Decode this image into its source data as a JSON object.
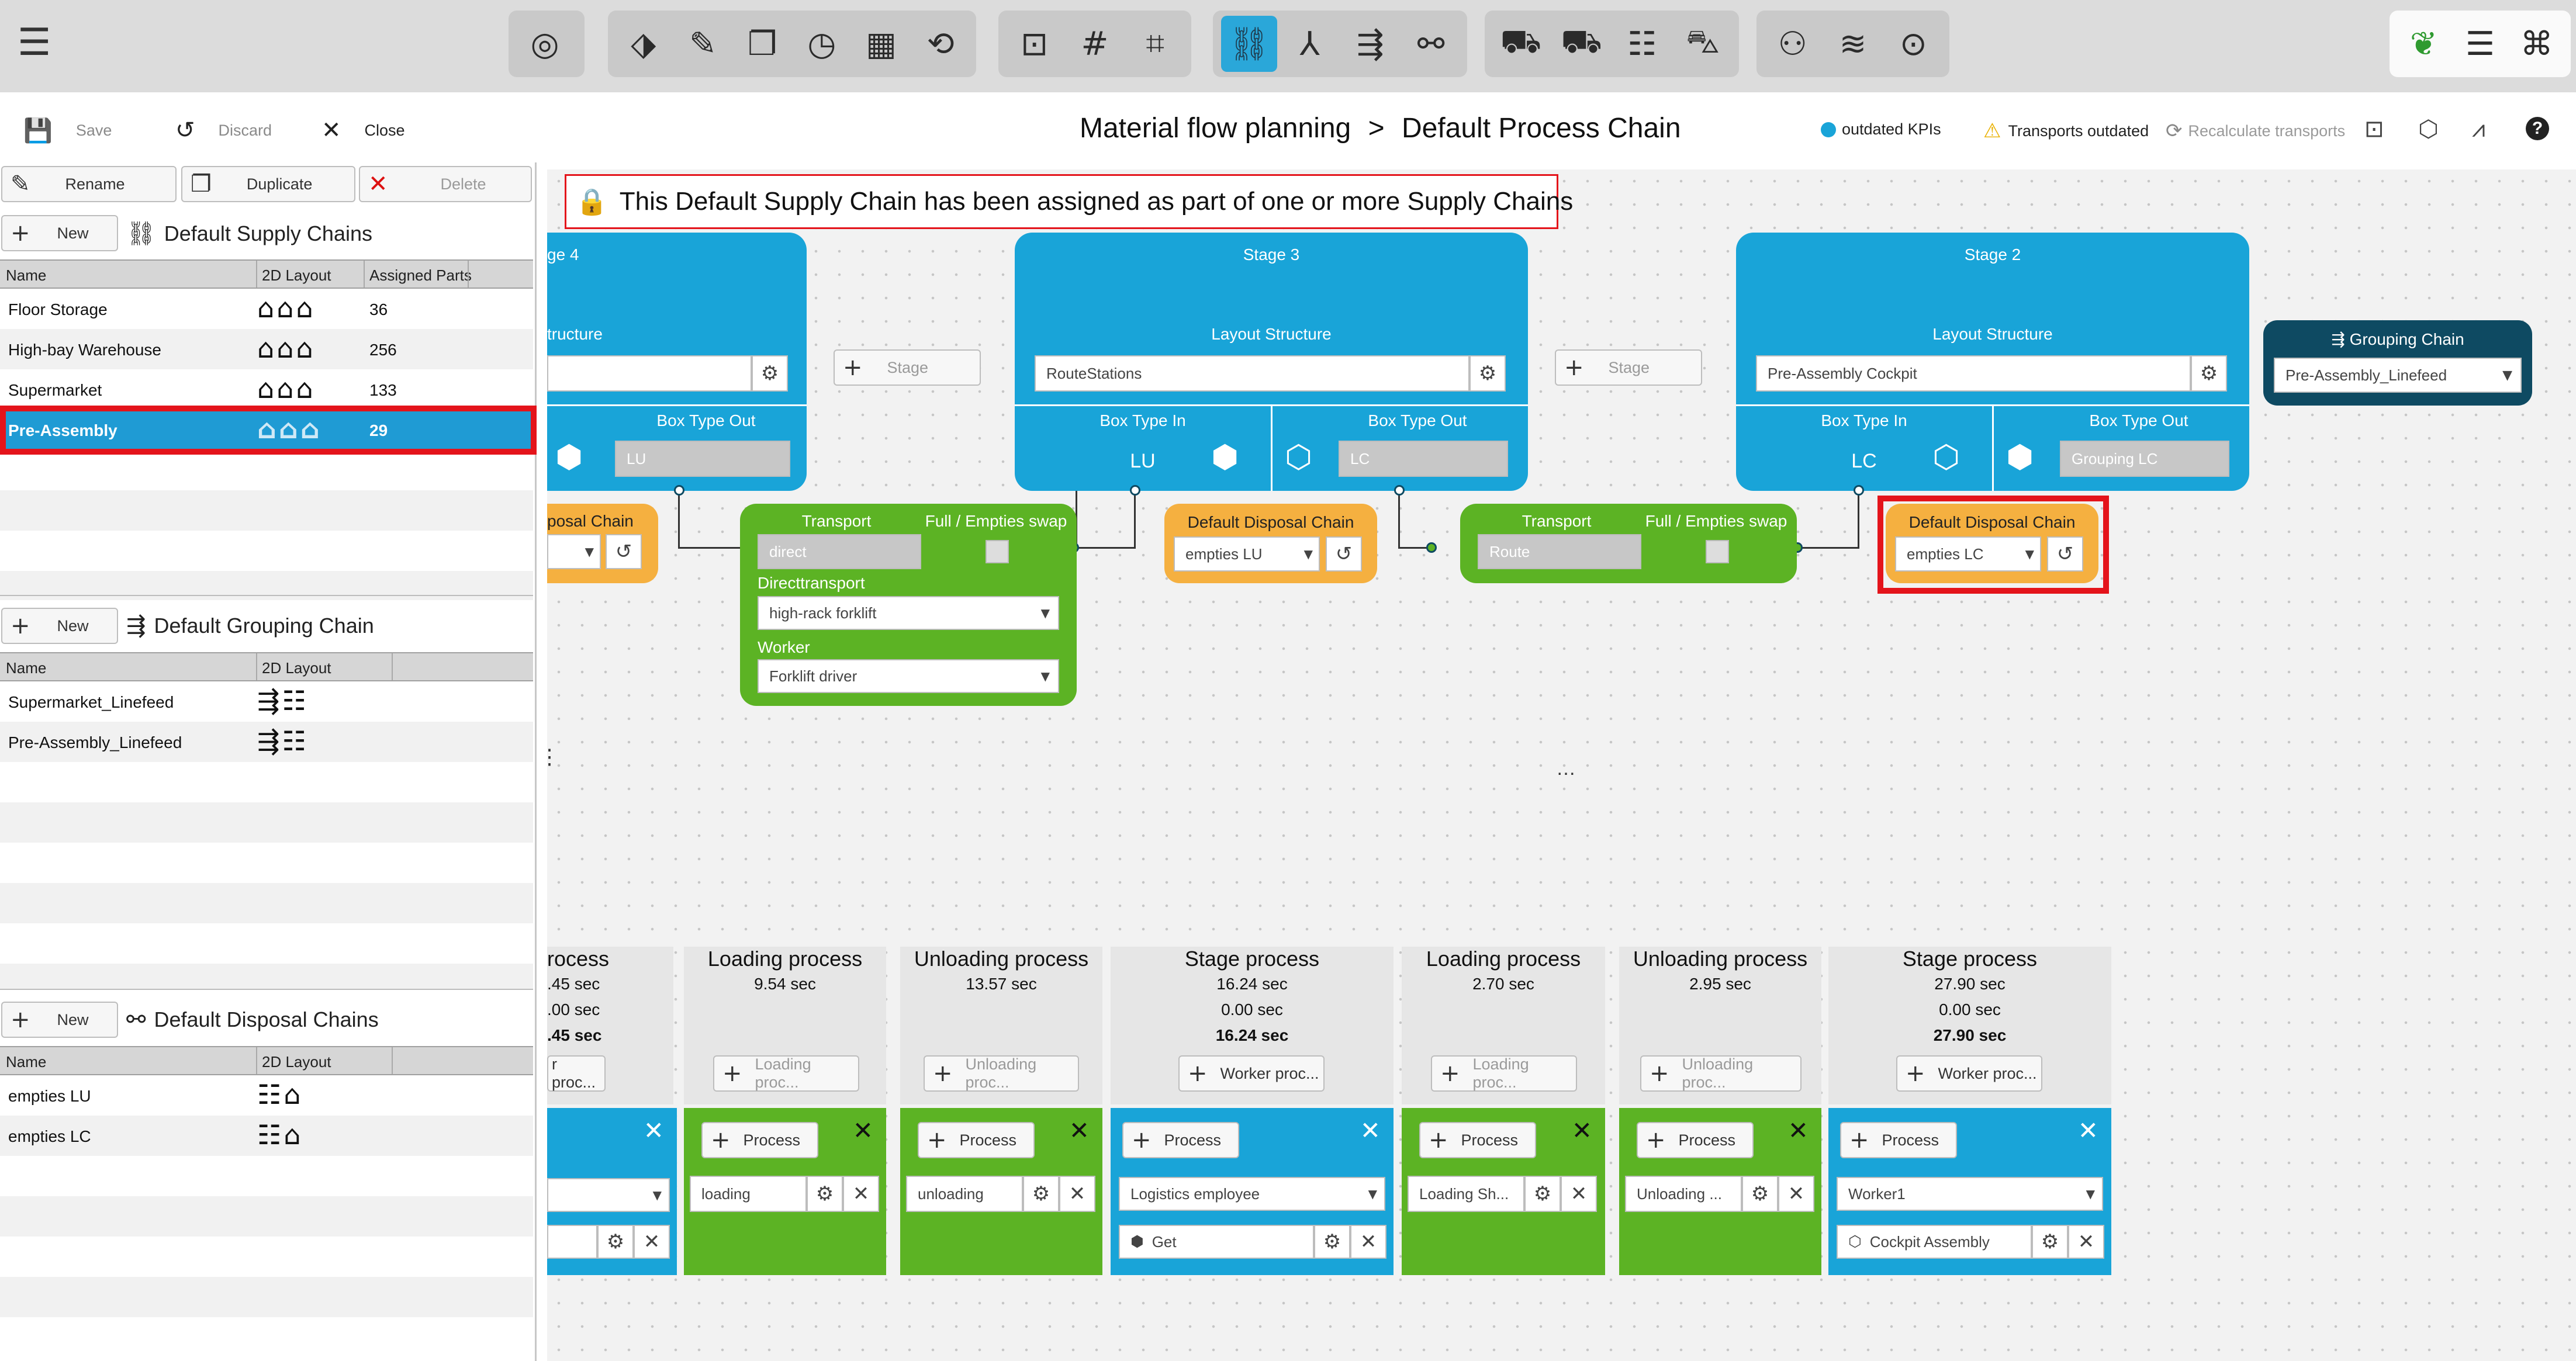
{
  "toolbar": {
    "groups": [
      {
        "icons": [
          "radar-icon"
        ],
        "glyphs": [
          "◎"
        ]
      },
      {
        "icons": [
          "layer-add-icon",
          "ruler-icon",
          "copy-layer-icon",
          "timer-icon",
          "grid-dots-icon",
          "search-clock-icon"
        ],
        "glyphs": [
          "⬗",
          "✎",
          "❐",
          "◷",
          "▦",
          "⟲"
        ]
      },
      {
        "icons": [
          "frame-icon",
          "grid-icon",
          "crop-icon"
        ],
        "glyphs": [
          "⊡",
          "#",
          "⌗"
        ]
      },
      {
        "icons": [
          "link-chain-icon",
          "branch-icon",
          "merge-arrow-icon",
          "chain-icon"
        ],
        "glyphs": [
          "⛓",
          "⅄",
          "⇶",
          "⚯"
        ]
      },
      {
        "icons": [
          "truck-icon",
          "box-truck-icon",
          "rack-icon",
          "forklift-icon"
        ],
        "glyphs": [
          "⛟",
          "⛟",
          "☷",
          "⛍"
        ]
      },
      {
        "icons": [
          "people-icon",
          "stack-icon",
          "target-frame-icon"
        ],
        "glyphs": [
          "⚇",
          "≋",
          "⊙"
        ]
      },
      {
        "icons": [
          "leaf-icon",
          "sliders-icon",
          "mf-nodes-icon"
        ],
        "glyphs": [
          "❦",
          "☰",
          "⌘"
        ]
      }
    ]
  },
  "actions": {
    "save": "Save",
    "discard": "Discard",
    "close": "Close",
    "rename": "Rename",
    "duplicate": "Duplicate",
    "delete": "Delete",
    "new": "New"
  },
  "breadcrumb": {
    "root": "Material flow planning",
    "sep": ">",
    "current": "Default Process Chain"
  },
  "status": {
    "kpis": "outdated KPIs",
    "transports": "Transports outdated",
    "recalc": "Recalculate transports"
  },
  "banner": "This Default Supply Chain has been assigned as part of one or more Supply Chains",
  "supply": {
    "title": "Default Supply Chains",
    "headers": [
      "Name",
      "2D Layout",
      "Assigned Parts"
    ],
    "rows": [
      {
        "name": "Floor Storage",
        "icons": "⌂⌂⌂",
        "parts": "36"
      },
      {
        "name": "High-bay Warehouse",
        "icons": "⌂⌂⌂",
        "parts": "256"
      },
      {
        "name": "Supermarket",
        "icons": "⌂⌂⌂",
        "parts": "133"
      },
      {
        "name": "Pre-Assembly",
        "icons": "⌂⌂⌂",
        "parts": "29"
      }
    ]
  },
  "grouping": {
    "title": "Default Grouping Chain",
    "headers": [
      "Name",
      "2D Layout"
    ],
    "rows": [
      {
        "name": "Supermarket_Linefeed",
        "icons": "⇶☷"
      },
      {
        "name": "Pre-Assembly_Linefeed",
        "icons": "⇶☷"
      }
    ]
  },
  "disposal": {
    "title": "Default Disposal Chains",
    "headers": [
      "Name",
      "2D Layout"
    ],
    "rows": [
      {
        "name": "empties LU",
        "icons": "☷⌂"
      },
      {
        "name": "empties LC",
        "icons": "☷⌂"
      }
    ]
  },
  "stage4": {
    "title": "ge 4",
    "layout": "tructure",
    "box_out": "Box Type Out",
    "box_out_val": "LU"
  },
  "stage3": {
    "title": "Stage 3",
    "layout": "Layout Structure",
    "layout_val": "RouteStations",
    "box_in": "Box Type In",
    "box_in_val": "LU",
    "box_out": "Box Type Out",
    "box_out_val": "LC"
  },
  "stage2": {
    "title": "Stage 2",
    "layout": "Layout Structure",
    "layout_val": "Pre-Assembly Cockpit",
    "box_in": "Box Type In",
    "box_in_val": "LC",
    "box_out": "Box Type Out",
    "box_out_val": "Grouping LC"
  },
  "add_stage": "Stage",
  "grouping_chain": {
    "title": "Grouping Chain",
    "value": "Pre-Assembly_Linefeed"
  },
  "transport1": {
    "label": "Transport",
    "swap": "Full / Empties swap",
    "value": "direct",
    "sub1": "Directtransport",
    "sub1_val": "high-rack forklift",
    "sub2": "Worker",
    "sub2_val": "Forklift driver"
  },
  "transport2": {
    "label": "Transport",
    "swap": "Full / Empties swap",
    "value": "Route"
  },
  "disp_left": {
    "title": "posal Chain"
  },
  "disp1": {
    "title": "Default Disposal Chain",
    "value": "empties LU"
  },
  "disp2": {
    "title": "Default Disposal Chain",
    "value": "empties LC"
  },
  "processes": [
    {
      "title": "rocess",
      "t1": ".45 sec",
      "t2": ".00 sec",
      "t3": ".45 sec",
      "btn": "r proc..."
    },
    {
      "title": "Loading process",
      "t1": "9.54 sec",
      "btn": "Loading proc..."
    },
    {
      "title": "Unloading process",
      "t1": "13.57 sec",
      "btn": "Unloading proc..."
    },
    {
      "title": "Stage process",
      "t1": "16.24 sec",
      "t2": "0.00 sec",
      "t3": "16.24 sec",
      "btn": "Worker proc..."
    },
    {
      "title": "Loading process",
      "t1": "2.70 sec",
      "btn": "Loading proc..."
    },
    {
      "title": "Unloading process",
      "t1": "2.95 sec",
      "btn": "Unloading proc..."
    },
    {
      "title": "Stage process",
      "t1": "27.90 sec",
      "t2": "0.00 sec",
      "t3": "27.90 sec",
      "btn": "Worker proc..."
    }
  ],
  "cards": {
    "process_label": "Process",
    "c1_val": "loading",
    "c2_val": "unloading",
    "c3_sel": "Logistics employee",
    "c3_item": "Get",
    "c4_val": "Loading Sh...",
    "c5_val": "Unloading ...",
    "c6_sel": "Worker1",
    "c6_item": "Cockpit Assembly"
  },
  "colors": {
    "blue": "#19a4d8",
    "green": "#5cb324",
    "orange": "#f5b040",
    "red": "#e4141b",
    "dark": "#0e4a62"
  }
}
